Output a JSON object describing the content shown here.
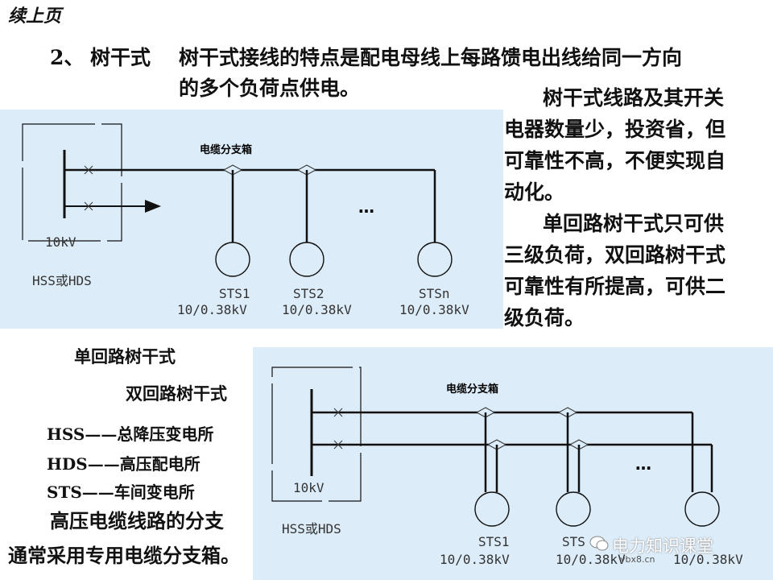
{
  "header": {
    "continued": "续上页"
  },
  "section": {
    "number": "2、",
    "title": "树干式",
    "desc_line1": "树干式接线的特点是配电母线上每路馈电出线给同一方向",
    "desc_line2": "的多个负荷点供电。"
  },
  "right_text": {
    "para1_lines": [
      "树干式线路及其开关",
      "电器数量少，投资省，但",
      "可靠性不高，不便实现自",
      "动化。"
    ],
    "para2_lines": [
      "单回路树干式只可供",
      "三级负荷，双回路树干式",
      "可靠性有所提高，可供二",
      "级负荷。"
    ]
  },
  "diagram1": {
    "branch_box_label": "电缆分支箱",
    "bus_voltage": "10kV",
    "substation_label": "HSS或HDS",
    "ellipsis": "…",
    "loads": [
      {
        "name": "STS1",
        "voltage": "10/0.38kV"
      },
      {
        "name": "STS2",
        "voltage": "10/0.38kV"
      },
      {
        "name": "STSn",
        "voltage": "10/0.38kV"
      }
    ]
  },
  "diagram2": {
    "branch_box_label": "电缆分支箱",
    "bus_voltage": "10kV",
    "substation_label": "HSS或HDS",
    "ellipsis": "…",
    "loads": [
      {
        "name": "STS1",
        "voltage": "10/0.38kV"
      },
      {
        "name": "STS",
        "voltage": "10/0.38kV"
      },
      {
        "name": "",
        "voltage": "10/0.38kV"
      }
    ]
  },
  "captions": {
    "single": "单回路树干式",
    "double": "双回路树干式"
  },
  "legend": [
    {
      "abbr": "HSS",
      "dash": "——",
      "meaning": "总降压变电所"
    },
    {
      "abbr": "HDS",
      "dash": "——",
      "meaning": "高压配电所"
    },
    {
      "abbr": "STS",
      "dash": "——",
      "meaning": "车间变电所"
    }
  ],
  "note": {
    "line1": "高压电缆线路的分支",
    "line2": "通常采用专用电缆分支箱。"
  },
  "watermark": {
    "text": "电力知识课堂",
    "url": "ybx8.cn"
  },
  "colors": {
    "panel_bg": "#dcecf8",
    "line": "#111111"
  }
}
